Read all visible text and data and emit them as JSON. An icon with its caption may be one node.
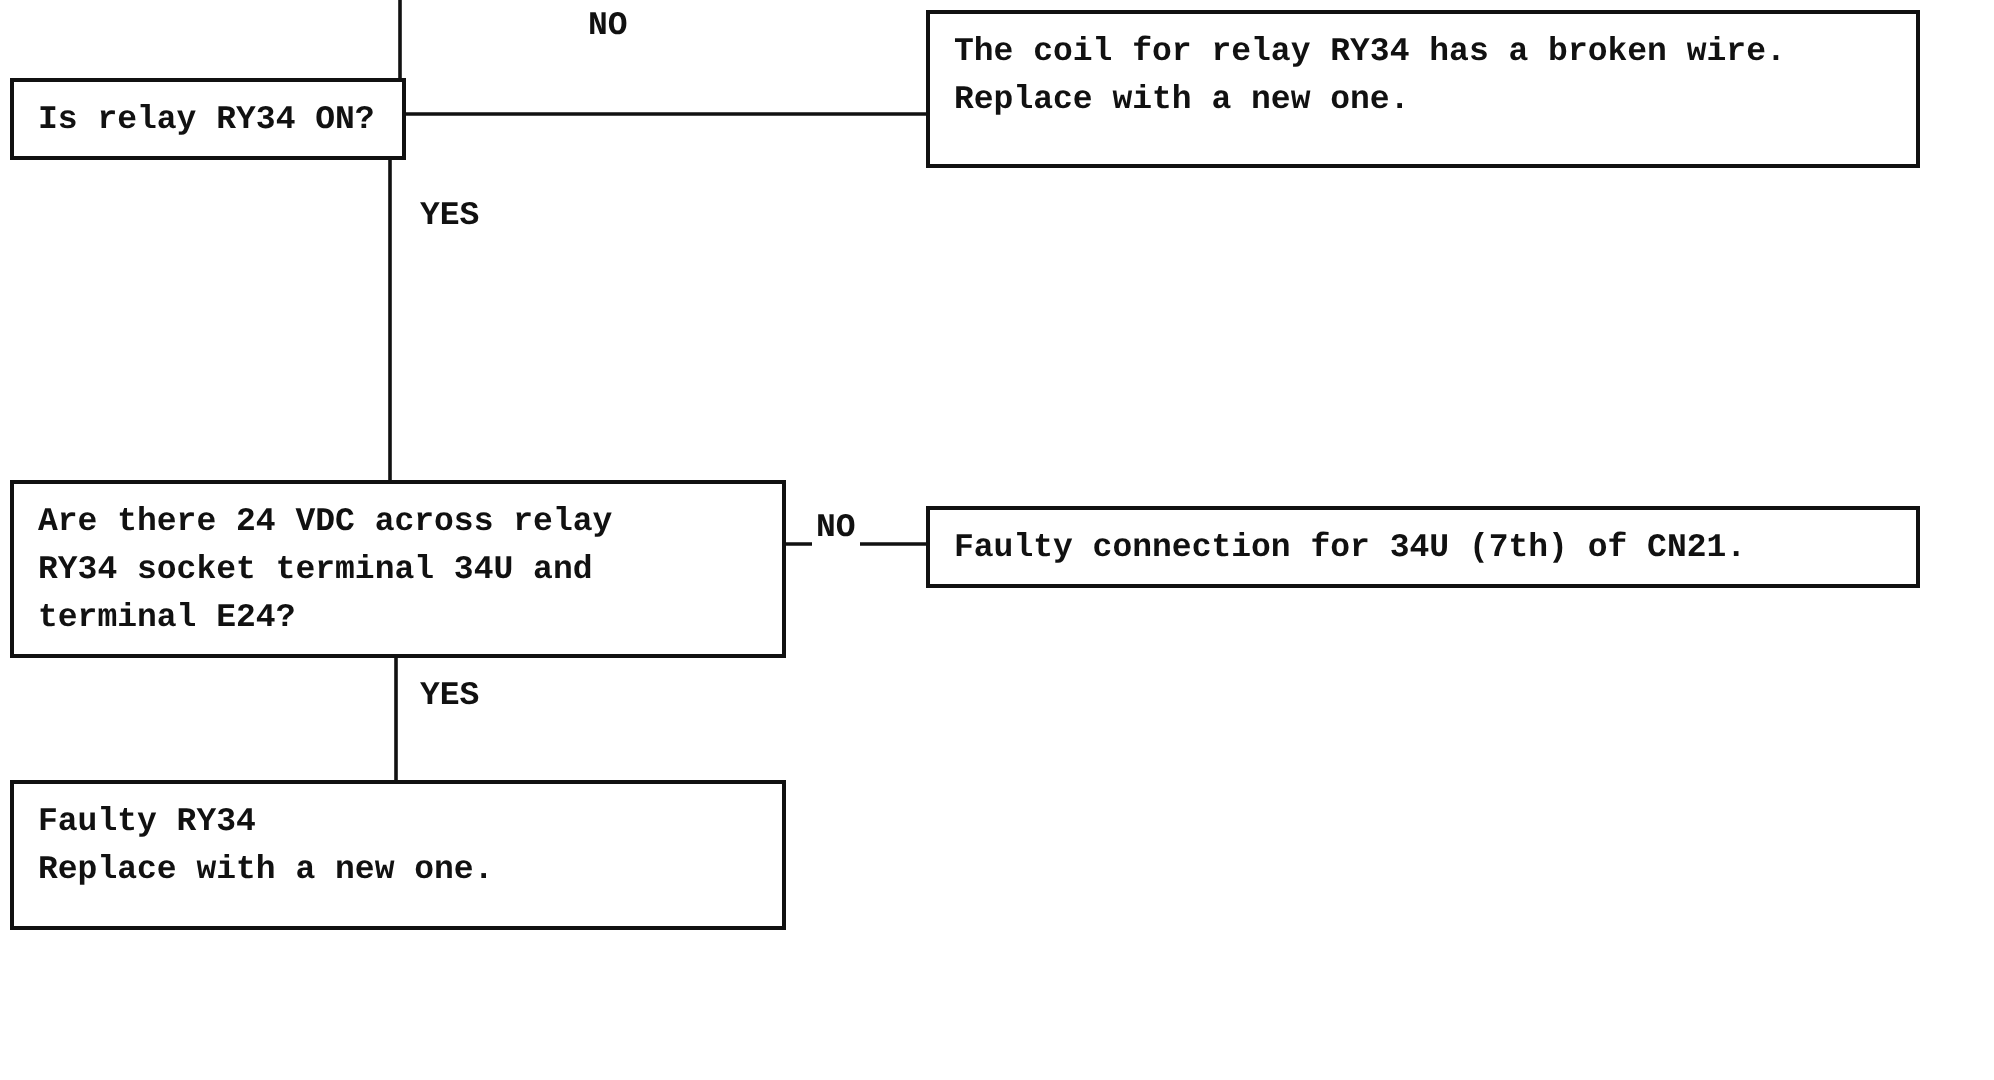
{
  "diagram": {
    "nodes": [
      {
        "text": [
          "Is relay RY34 ON?"
        ]
      },
      {
        "text": [
          "The coil for relay RY34 has a broken wire.",
          "Replace with a new one."
        ]
      },
      {
        "text": [
          "Are there 24 VDC across relay RY34 socket terminal 34U and terminal E24?"
        ]
      },
      {
        "text": [
          "Faulty connection for 34U (7th) of CN21."
        ]
      },
      {
        "text": [
          "Faulty RY34",
          "Replace with a new one."
        ]
      }
    ],
    "edges": [
      {
        "from": null,
        "to": 0,
        "arrow": "none"
      },
      {
        "from": 0,
        "to": 1,
        "arrow": "none",
        "label": "NO"
      },
      {
        "from": 0,
        "to": 2,
        "arrow": "none",
        "label": "YES"
      },
      {
        "from": 2,
        "to": 3,
        "arrow": "none",
        "label": "NO"
      },
      {
        "from": 2,
        "to": 4,
        "arrow": "none",
        "label": "YES"
      }
    ]
  }
}
